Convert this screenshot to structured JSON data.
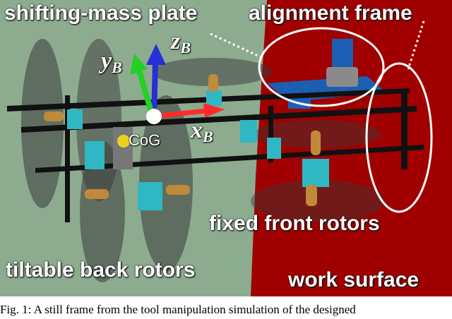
{
  "figure": {
    "labels": {
      "shifting_mass_plate": "shifting-mass plate",
      "alignment_frame": "alignment frame",
      "fixed_front_rotors": "fixed front rotors",
      "tiltable_back_rotors": "tiltable back rotors",
      "work_surface": "work surface",
      "cog": "CoG"
    },
    "axes": {
      "x_main": "x",
      "x_sub": "B",
      "y_main": "y",
      "y_sub": "B",
      "z_main": "z",
      "z_sub": "B"
    },
    "colors": {
      "background_green": "#8dab8f",
      "work_surface_red": "#a00000",
      "accent_blue": "#1c5fb2",
      "rotor_cyan": "#2fb7c4",
      "axis_x_red": "#ff2b2b",
      "axis_y_green": "#22d122",
      "axis_z_blue": "#2730d6"
    }
  },
  "caption": {
    "text": "Fig. 1: A still frame from the tool manipulation simulation of the designed"
  }
}
